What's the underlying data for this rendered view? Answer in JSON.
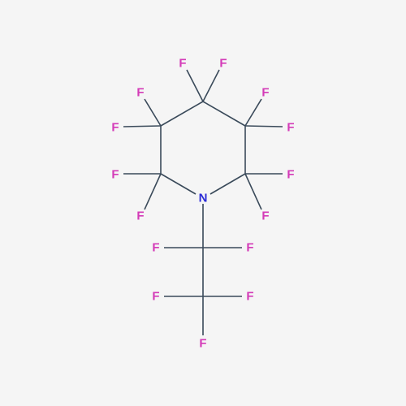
{
  "molecule": {
    "background": "#f5f5f5",
    "bond_color": "#3a4a5a",
    "fluorine_color": "#d43bb8",
    "nitrogen_color": "#2b2bd6",
    "atoms": [
      {
        "id": "N1",
        "label": "N"
      },
      {
        "id": "F_ring_2a",
        "label": "F"
      },
      {
        "id": "F_ring_2b",
        "label": "F"
      },
      {
        "id": "F_ring_3a",
        "label": "F"
      },
      {
        "id": "F_ring_3b",
        "label": "F"
      },
      {
        "id": "F_ring_4a",
        "label": "F"
      },
      {
        "id": "F_ring_4b",
        "label": "F"
      },
      {
        "id": "F_ring_5a",
        "label": "F"
      },
      {
        "id": "F_ring_5b",
        "label": "F"
      },
      {
        "id": "F_ring_6a",
        "label": "F"
      },
      {
        "id": "F_ring_6b",
        "label": "F"
      },
      {
        "id": "F_ethyl_1a",
        "label": "F"
      },
      {
        "id": "F_ethyl_1b",
        "label": "F"
      },
      {
        "id": "F_ethyl_2a",
        "label": "F"
      },
      {
        "id": "F_ethyl_2b",
        "label": "F"
      },
      {
        "id": "F_ethyl_2c",
        "label": "F"
      }
    ]
  }
}
